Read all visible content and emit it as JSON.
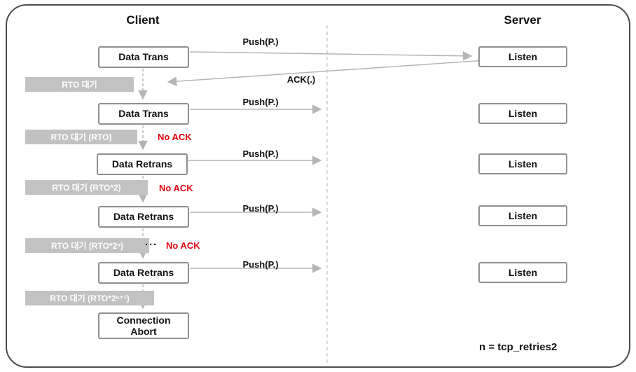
{
  "titles": {
    "client": "Client",
    "server": "Server"
  },
  "client_boxes": [
    {
      "label": "Data Trans"
    },
    {
      "label": "Data Trans"
    },
    {
      "label": "Data Retrans"
    },
    {
      "label": "Data Retrans"
    },
    {
      "label": "Data Retrans"
    },
    {
      "label": "Connection Abort"
    }
  ],
  "server_boxes": [
    {
      "label": "Listen"
    },
    {
      "label": "Listen"
    },
    {
      "label": "Listen"
    },
    {
      "label": "Listen"
    },
    {
      "label": "Listen"
    }
  ],
  "rto_labels": [
    {
      "label": "RTO 대기"
    },
    {
      "label": "RTO 대기 (RTO)"
    },
    {
      "label": "RTO 대기 (RTO*2)"
    },
    {
      "label": "RTO 대기 (RTO*2ⁿ)"
    },
    {
      "label": "RTO 대기 (RTO*2ⁿ⁺¹)"
    }
  ],
  "messages": {
    "push": "Push(P.)",
    "ack": "ACK(.)",
    "no_ack": "No ACK",
    "ellipsis": "···"
  },
  "note": "n = tcp_retries2",
  "colors": {
    "frame_border": "#4d4d4d",
    "box_border": "#8f8f8f",
    "rto_label_bg": "#c2c2c2",
    "arrow_gray": "#b5b5b5",
    "divider_gray": "#cfcfcf",
    "no_ack_red": "#e3000f"
  }
}
